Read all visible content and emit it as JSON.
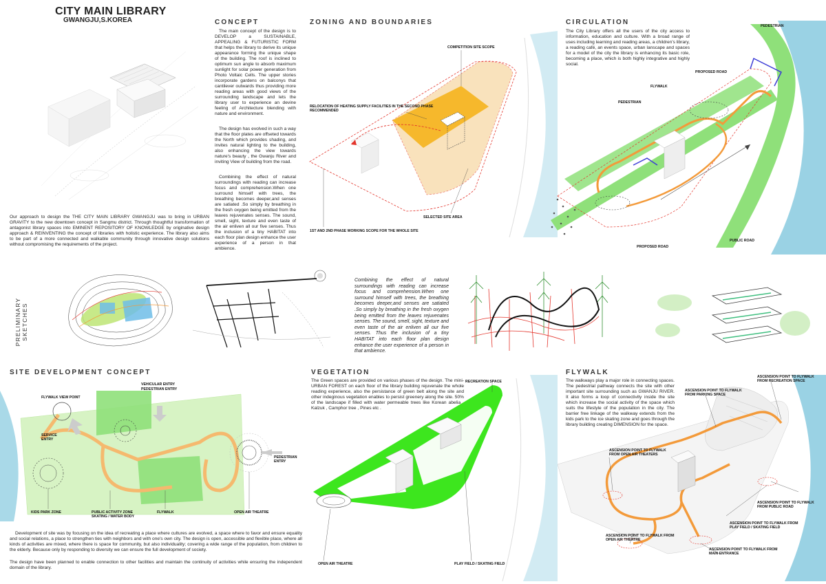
{
  "header": {
    "title": "CITY MAIN LIBRARY",
    "subtitle": "GWANGJU,S.KOREA"
  },
  "intro": {
    "text": "Our approach to design the THE CITY MAIN LIBRARY GWANGJU was to bring in URBAN GRAVITY to the new downtown concept in Sangmu district. Through thoughtful transformation of antagonist library spaces into EMINENT REPOSITORY OF KNOWLEDGE by originative design approach & REINVENTING the concept of libraries with holistic experience. The library also aims to be part of a more connected and walkable community through innovative design solutions without compromising the requirements of the project."
  },
  "concept": {
    "heading": "CONCEPT",
    "p1": "The main concept of the design is to DEVELOP a SUSTAINABLE, APPEALING & FUTURISTIC FORM that helps the library to derive its unique appearance forming the unique shape of the building. The roof is inclined to optimum sun angle to absorb maximum sunlight for solar power generation from Photo Voltaic Cells. The upper stories incorporate gardens on balconys that cantilever outwards thus providing more reading areas with good views of the surrounding landscape and lets the library user to experience an devine feeling of Architecture blending with nature and environment.",
    "p2": "The design has evolved in such a way that the floor plates are offseted towards the North which provides shading, and invites natural lighting to the building, also enhancing the view towards nature's beauty , the Gwanju River and inviting View of building from the road.",
    "p3": "Combining the effect of natural surroundings with reading can increase focus and comprehension.When one surround himself with trees, the breathing becomes deeper,and senses are satiated .So simply by breathing in the fresh oxygen being emitted from the leaves rejuvenates senses. The sound, smell, sight, texture and even taste of the air enliven all our five senses. Thus the inclusion of a tiny HABITAT into each floor plan design enhance the user experience of a person in that ambience."
  },
  "zoning": {
    "heading": "ZONING AND BOUNDARIES",
    "labels": {
      "competition": "COMPETITION SITE SCOPE",
      "relocation": "RELOCATION OF HEATING SUPPLY FACILITIES IN THE SECOND PHASE RECOMMENDED",
      "selected": "SELECTED SITE AREA",
      "phase": "1ST AND 2ND PHASE WORKING SCOPE FOR THE WHOLE SITE"
    }
  },
  "circulation": {
    "heading": "CIRCULATION",
    "text": "The City Library offers all the users of the city access to information, education and culture. With a broad range of uses including learning and reading areas, a children's library, a reading café, an events space, urban lanscape and spaces for a model of the city the library is enhancing its basic role, becoming a place, which is both highly integrative and highly social.",
    "labels": {
      "pedestrian_top": "PEDESTRIAN",
      "proposed_road_top": "PROPOSED ROAD",
      "flywalk": "FLYWALK",
      "pedestrian_left": "PEDESTRIAN",
      "proposed_road_bottom": "PROPOSED ROAD",
      "public_road": "PUBLIC ROAD"
    }
  },
  "sketches": {
    "heading": "PRELIMINARY SKETCHES",
    "text": "Combining the effect of natural surroundings with reading can increase focus and comprehension.When one surround himself with trees, the breathing becomes deeper,and senses are satiated .So simply by breathing in the fresh oxygen being emitted from the leaves rejuvenates senses. The sound, smell, sight, texture and even taste of the air enliven all our five senses. Thus the inclusion of a tiny HABITAT into each floor plan design enhance the user experience of a person in that ambience."
  },
  "site": {
    "heading": "SITE DEVELOPMENT CONCEPT",
    "labels": {
      "vehicular": "VEHICULAR ENTRY",
      "pedestrian_entry_top": "PEDESTRIAN ENTRY",
      "flywalk_view": "FLYWALK VIEW POINT",
      "service": "SERVICE ENTRY",
      "pedestrian_entry": "PEDESTRIAN ENTRY",
      "kids": "KIDS PARK ZONE",
      "public_activity": "PUBLIC ACTIVITY ZONE SKATING / WATER BODY",
      "flywalk": "FLYWALK",
      "open_air": "OPEN AIR THEATRE"
    },
    "p1": "Development of site was by focusing on the idea of recreating a place where cultures are evolved, a space where to favor and ensure equality and social relations, a place to strengthen ties with neighbors and with one's own city. The design is open, accessible and flexible place, where all kinds of activities are mixed, where there is space for community, but also individuality; covering a wide range of the population, from children to the elderly. Because only by responding to diversity we can ensure the full development of society.",
    "p2": "The design have been planned to enable connection to other facilities and maintain the continuity of activities while ensuring the independent domain of the library."
  },
  "vegetation": {
    "heading": "VEGETATION",
    "text": "The Green spaces are provided on various phases of the design. The mini-URBAN FOREST on each floor of the library building rejuvenate the whole reading experience, also the persistance of green belt along the site and other indeginous vegetation enables to persist greenery along the site. 50% of the landscape if filled with water permeable trees like Korean abelia , Kalzuk , Camphor tree , Pines etc .",
    "labels": {
      "recreation": "RECREATION SPACE",
      "open_air": "OPEN AIR THEATRE",
      "play": "PLAY FIELD / SKATING FIELD"
    }
  },
  "flywalk": {
    "heading": "FLYWALK",
    "text": "The walkways play a major role in connecting spaces. The pedestrial pathway connects the site with other important site surrounding such as GWANJU RIVER. It also forms a loop of connectivity inside the site which increase the social activity of the space which suits the lifestyle of the population in the city. The barrier free linkage of the walkway extends from the kids park to the ice skating zone and goes through the library building creating DIMENSION for the space.",
    "labels": {
      "parking": "ASCENSION POINT TO FLYWALK FROM PARKING SPACE",
      "recreation": "ASCENSION POINT TO FLYWALK FROM RECREATION SPACE",
      "open_air_top": "ASCENSION POINT TO FLYWALK FROM OPEN AIR THEATERS",
      "public_road": "ASCENSION POINT TO FLYWALK FROM PUBLIC ROAD",
      "play": "ASCENSION POINT TO FLYWALK FROM PLAY FIELD / SKATING FIELD",
      "open_air_bottom": "ASCENSION POINT TO FLYWALK FROM OPEN AIR THEATRE",
      "main": "ASCENSION POINT TO FLYWALK FROM MAIN ENTRANCE"
    }
  },
  "colors": {
    "green": "#8fe07a",
    "bright_green": "#3de61e",
    "orange": "#f39a3a",
    "yellow": "#f5b41c",
    "red_dash": "#e3342b",
    "water": "#3aa7c7"
  }
}
